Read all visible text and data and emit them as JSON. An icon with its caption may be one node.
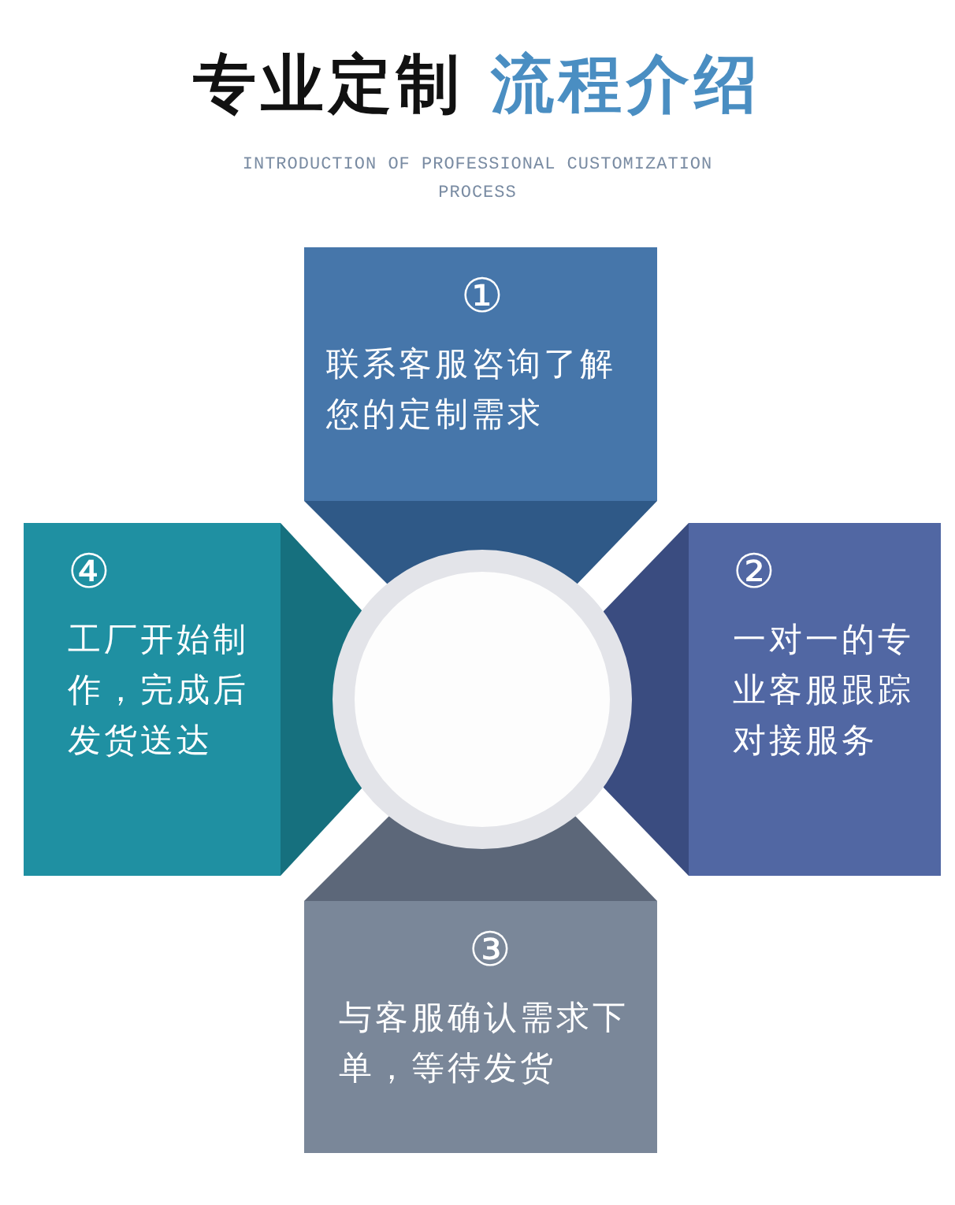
{
  "diagram": {
    "title": "专业定制 流程介绍",
    "nodes": [
      {
        "text": [
          "①",
          "联系客服咨询了解您的定制需求"
        ]
      },
      {
        "text": [
          "②",
          "一对一的专业客服跟踪对接服务"
        ]
      },
      {
        "text": [
          "③",
          "与客服确认需求下单，等待发货"
        ]
      },
      {
        "text": [
          "④",
          "工厂开始制作，完成后发货送达"
        ]
      },
      {
        "text": [],
        "shape": "circle"
      }
    ],
    "labels": [
      "INTRODUCTION OF PROFESSIONAL CUSTOMIZATION PROCESS"
    ]
  }
}
